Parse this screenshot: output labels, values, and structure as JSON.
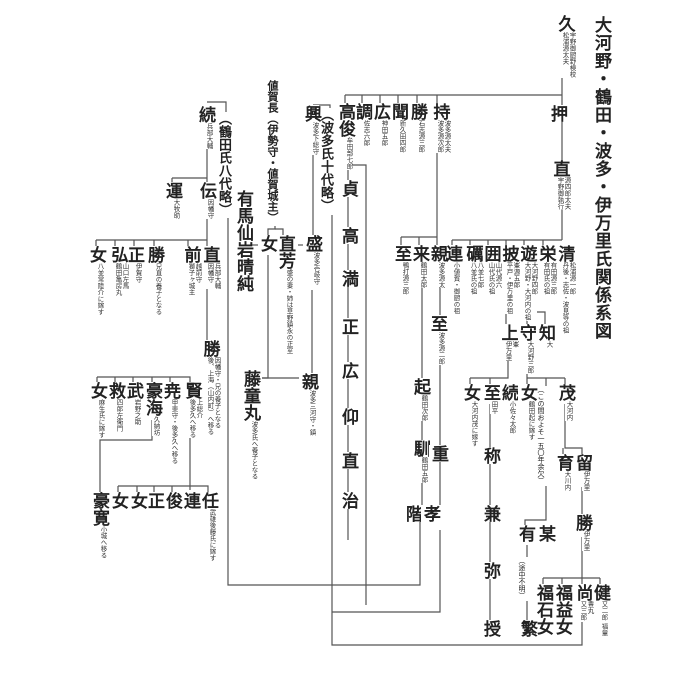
{
  "title": "大河野・鶴田・波多・伊万里氏関係系図",
  "nodes": {
    "hisa": {
      "name": "久",
      "note": "宇野御厨野検校\n松浦源太夫"
    },
    "o": {
      "name": "押",
      "note": ""
    },
    "nao": {
      "name": "直",
      "note": "源四郎太夫\n宇野御執行"
    },
    "mochi": {
      "name": "持",
      "note": "波多源太夫\n波多源次郎"
    },
    "katsu1": {
      "name": "勝",
      "note": "石志源三郎"
    },
    "kiku": {
      "name": "聞",
      "note": "新久田四郎"
    },
    "hiro": {
      "name": "広",
      "note": "神田五郎"
    },
    "shirabe": {
      "name": "調",
      "note": "佐志六郎"
    },
    "takatoshi": {
      "name": "高俊",
      "note": "牟田部七郎"
    },
    "kiyo": {
      "name": "清",
      "note": "松浦源一郎\n丹後・志佐・波見等の祖"
    },
    "sakae": {
      "name": "栄",
      "note": "有田源三郎\n有田氏の祖"
    },
    "asobu": {
      "name": "遊",
      "note": "大河野四郎\n大河野・大河内の祖"
    },
    "hiraku": {
      "name": "披",
      "note": "峯源五郎\n平戸・伊万里の祖"
    },
    "kakomu": {
      "name": "囲",
      "note": "山代源六\n山代氏の祖"
    },
    "rei": {
      "name": "礪",
      "note": "八並七郎\n八並氏の祖"
    },
    "ren": {
      "name": "連",
      "note": "小値賀・御厨の祖"
    },
    "chika": {
      "name": "親",
      "note": "波多源太"
    },
    "kuru": {
      "name": "来",
      "note": "鶴田太郎"
    },
    "itaru1": {
      "name": "至",
      "note": "鴨打源三郎"
    },
    "itaru2": {
      "name": "至",
      "note": "波多源二郎"
    },
    "oki": {
      "name": "起",
      "note": "鶴田次郎"
    },
    "jun": {
      "name": "馴",
      "note": "鶴田五郎"
    },
    "kai": {
      "name": "階",
      "note": ""
    },
    "shige": {
      "name": "重",
      "note": ""
    },
    "taka": {
      "name": "孝",
      "note": ""
    },
    "h_sada": {
      "name": "貞",
      "note": ""
    },
    "h_taka": {
      "name": "高",
      "note": ""
    },
    "h_mitsu": {
      "name": "満",
      "note": ""
    },
    "h_masa": {
      "name": "正",
      "note": ""
    },
    "h_hiro": {
      "name": "広",
      "note": ""
    },
    "h_ao": {
      "name": "仰",
      "note": ""
    },
    "h_nao": {
      "name": "直",
      "note": ""
    },
    "h_osamu": {
      "name": "治",
      "note": ""
    },
    "hata10": {
      "name": "（波多氏十代略）",
      "note": ""
    },
    "kou": {
      "name": "興",
      "note": "波多下総守"
    },
    "mori": {
      "name": "盛",
      "note": "波多壱岐守"
    },
    "naoyoshi": {
      "name": "直芳",
      "note": "盛の妻・姉は草野鎮永の正室"
    },
    "onna_c": {
      "name": "女",
      "note": ""
    },
    "chiga": {
      "name": "値賀長（伊勢守・値賀城主）",
      "note": ""
    },
    "arima": {
      "name": "有馬仙岩晴純",
      "note": ""
    },
    "chika2": {
      "name": "親",
      "note": "波多三河守・鎮"
    },
    "todomaru": {
      "name": "藤童丸",
      "note": "波多氏へ養子となる"
    },
    "tsuru8": {
      "name": "（鶴田氏八代略）",
      "note": ""
    },
    "zoku": {
      "name": "続",
      "note": "兵部大輔"
    },
    "den": {
      "name": "伝",
      "note": "因幡守"
    },
    "un": {
      "name": "運",
      "note": "大牧助"
    },
    "t_nao": {
      "name": "直",
      "note": "兵部大輔\n因幡守"
    },
    "t_mae": {
      "name": "前",
      "note": "越前守\n獅子ヶ城主"
    },
    "t_katsu": {
      "name": "勝",
      "note": "兄直の養子となる"
    },
    "t_masa": {
      "name": "正",
      "note": "伊賀守"
    },
    "t_hiro": {
      "name": "弘",
      "note": "山口左馬\n鶴田亀房丸"
    },
    "t_onna": {
      "name": "女",
      "note": "八並常陸介に嫁す"
    },
    "t_katsu2": {
      "name": "勝",
      "note": "因幡守・兄の養子となる\n後、上海（山内町）へ移る"
    },
    "ken": {
      "name": "賢",
      "note": "上総介\n後多久へ移る"
    },
    "gyo": {
      "name": "尭",
      "note": "甲斐守・後多久へ移る"
    },
    "gokai": {
      "name": "豪海",
      "note": "久納坊"
    },
    "take": {
      "name": "武",
      "note": "岩野之助"
    },
    "kyu": {
      "name": "救",
      "note": "四郎左衛門"
    },
    "onna2": {
      "name": "女",
      "note": "麻生氏に嫁す"
    },
    "nin": {
      "name": "任",
      "note": "武雄後藤氏に嫁す"
    },
    "ren2": {
      "name": "連",
      "note": ""
    },
    "shun": {
      "name": "俊",
      "note": ""
    },
    "masa3": {
      "name": "正",
      "note": ""
    },
    "onna3": {
      "name": "女",
      "note": ""
    },
    "onna4": {
      "name": "女",
      "note": ""
    },
    "gokan": {
      "name": "豪寛",
      "note": "小城へ移る"
    },
    "mamoru": {
      "name": "守",
      "note": "大河野三郎"
    },
    "tomo": {
      "name": "知",
      "note": "大"
    },
    "ue": {
      "name": "上",
      "note": "峯\n伊万里"
    },
    "zoku2": {
      "name": "続",
      "note": "小佐々太郎"
    },
    "itaru3": {
      "name": "至",
      "note": "田平"
    },
    "onna5": {
      "name": "女",
      "note": "大河内茂に嫁す"
    },
    "shigeru": {
      "name": "茂",
      "note": "大河内"
    },
    "gap": {
      "name": "（この間およそ一五〇年余欠）",
      "note": ""
    },
    "onna6": {
      "name": "女",
      "note": "鶴田起に嫁す"
    },
    "sho": {
      "name": "称",
      "note": ""
    },
    "kane": {
      "name": "兼",
      "note": ""
    },
    "ya": {
      "name": "弥",
      "note": ""
    },
    "sazuku": {
      "name": "授",
      "note": ""
    },
    "tome": {
      "name": "留",
      "note": "伊万里"
    },
    "iku": {
      "name": "育",
      "note": "大川内"
    },
    "katsu3": {
      "name": "勝",
      "note": "伊万里"
    },
    "ken2": {
      "name": "健",
      "note": "又二郎 福童"
    },
    "nao2": {
      "name": "尚",
      "note": "豊丸\n又三郎"
    },
    "fukueki": {
      "name": "福益女",
      "note": ""
    },
    "fukuishi": {
      "name": "福石女",
      "note": ""
    },
    "bou": {
      "name": "某",
      "note": ""
    },
    "yu": {
      "name": "有",
      "note": ""
    },
    "fumei": {
      "name": "（途中不明）",
      "note": ""
    },
    "shigeru2": {
      "name": "繁",
      "note": ""
    }
  }
}
